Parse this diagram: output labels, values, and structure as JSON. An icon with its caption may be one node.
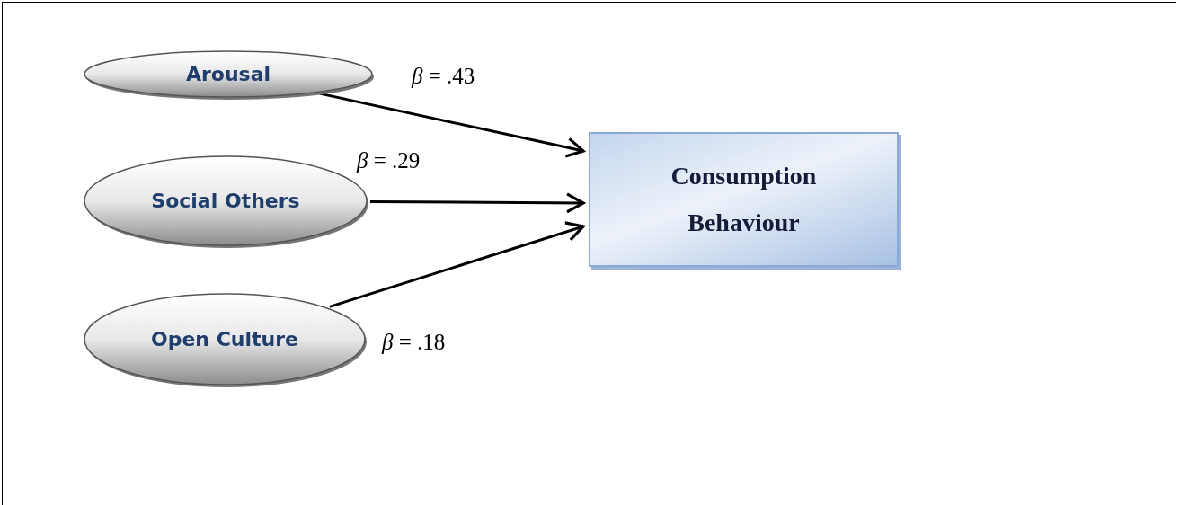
{
  "diagram": {
    "nodes": [
      {
        "text": [
          "Arousal"
        ]
      },
      {
        "text": [
          "Social Others"
        ]
      },
      {
        "text": [
          "Open Culture"
        ]
      },
      {
        "text": [
          "Consumption Behaviour"
        ]
      }
    ],
    "edges": [
      {
        "from": 0,
        "to": 3,
        "arrow": "to",
        "label": "*β* = .43"
      },
      {
        "from": 1,
        "to": 3,
        "arrow": "to",
        "label": "*β* = .29"
      },
      {
        "from": 2,
        "to": 3,
        "arrow": "to",
        "label": "*β* = .18"
      }
    ]
  }
}
